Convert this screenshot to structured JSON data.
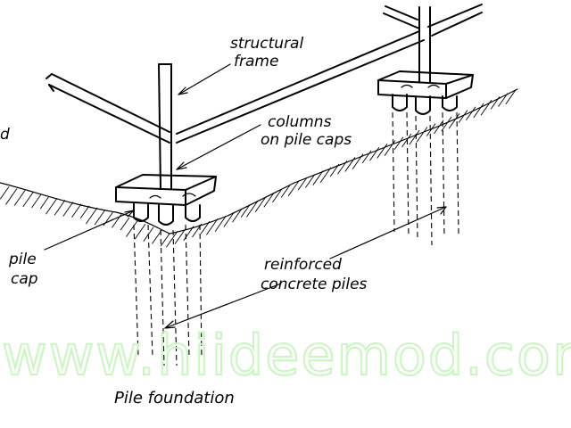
{
  "labels": {
    "structural_frame_line1": "structural",
    "structural_frame_line2": "frame",
    "columns_line1": "columns",
    "columns_line2": "on pile caps",
    "pile_cap_line1": "pile",
    "pile_cap_line2": "cap",
    "piles_line1": "reinforced",
    "piles_line2": "concrete piles",
    "edge_fragment": "d"
  },
  "caption": "Pile foundation",
  "watermark": {
    "text": "www.hiideemod.com",
    "color": "#c9f5c0"
  },
  "colors": {
    "ink": "#000000",
    "background": "#ffffff"
  }
}
